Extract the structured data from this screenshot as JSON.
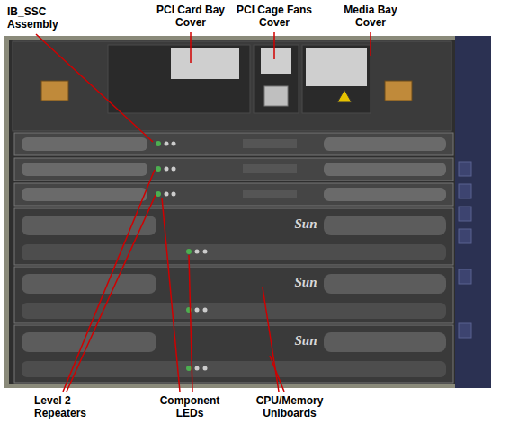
{
  "diagram": {
    "labels": [
      "IB_SSC Assembly",
      "PCI Card Bay Cover",
      "PCI Cage Fans Cover",
      "Media Bay Cover",
      "Level 2 Repeaters",
      "Component LEDs",
      "CPU/Memory Uniboards",
      "Sun",
      "Sun",
      "Sun"
    ]
  }
}
